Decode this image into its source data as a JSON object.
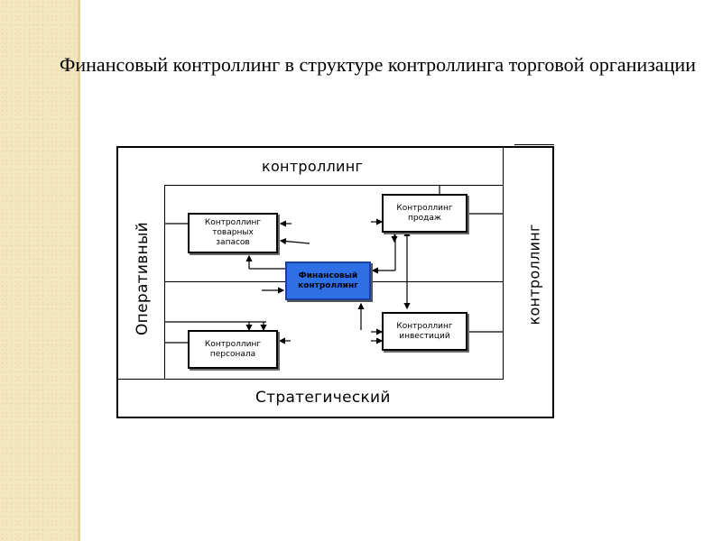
{
  "slide": {
    "title": "Финансовый контроллинг в структуре контроллинга торговой организации"
  },
  "diagram": {
    "top_label": "контроллинг",
    "bottom_label": "Стратегический",
    "left_label": "Оперативный",
    "right_label": "контроллинг",
    "boxes": {
      "inventory": "Контроллинг\nтоварных\nзапасов",
      "sales": "Контроллинг\nпродаж",
      "financial": "Финансовый\nконтроллинг",
      "personnel": "Контроллинг\nперсонала",
      "investment": "Контроллинг\nинвестиций"
    },
    "financial_box_color": "#2f6fe6"
  }
}
